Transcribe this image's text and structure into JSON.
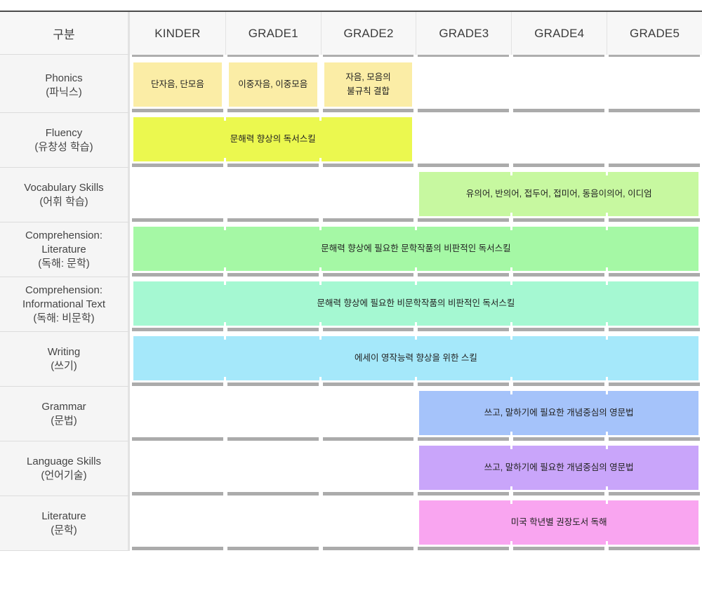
{
  "table": {
    "corner_label": "구분",
    "columns": [
      "KINDER",
      "GRADE1",
      "GRADE2",
      "GRADE3",
      "GRADE4",
      "GRADE5"
    ],
    "rows": [
      {
        "label_en": "Phonics",
        "label_ko": "(파닉스)",
        "color": "#FBEDA6",
        "bars": [
          {
            "col_start": 1,
            "col_end": 1,
            "text": "단자음, 단모음"
          },
          {
            "col_start": 2,
            "col_end": 2,
            "text": "이중자음, 이중모음"
          },
          {
            "col_start": 3,
            "col_end": 3,
            "text": "자음, 모음의\n불규칙 결합"
          }
        ]
      },
      {
        "label_en": "Fluency",
        "label_ko": "(유창성 학습)",
        "color": "#EBF84F",
        "bars": [
          {
            "col_start": 1,
            "col_end": 3,
            "text": "문해력 향상의 독서스킬"
          }
        ]
      },
      {
        "label_en": "Vocabulary Skills",
        "label_ko": "(어휘 학습)",
        "color": "#C7F8A0",
        "bars": [
          {
            "col_start": 4,
            "col_end": 6,
            "text": "유의어, 반의어, 접두어, 접미어, 동음이의어, 이디엄"
          }
        ]
      },
      {
        "label_en": "Comprehension:\nLiterature",
        "label_ko": "(독해: 문학)",
        "color": "#A5F8A5",
        "bars": [
          {
            "col_start": 1,
            "col_end": 6,
            "text": "문해력 향상에 필요한 문학작품의 비판적인 독서스킬"
          }
        ]
      },
      {
        "label_en": "Comprehension:\nInformational Text",
        "label_ko": "(독해: 비문학)",
        "color": "#A5F8D2",
        "bars": [
          {
            "col_start": 1,
            "col_end": 6,
            "text": "문해력 향상에 필요한 비문학작품의 비판적인 독서스킬"
          }
        ]
      },
      {
        "label_en": "Writing",
        "label_ko": "(쓰기)",
        "color": "#A5E8FA",
        "bars": [
          {
            "col_start": 1,
            "col_end": 6,
            "text": "에세이 영작능력 향상을 위한 스킬"
          }
        ]
      },
      {
        "label_en": "Grammar",
        "label_ko": "(문법)",
        "color": "#A5C3FA",
        "bars": [
          {
            "col_start": 4,
            "col_end": 6,
            "text": "쓰고, 말하기에 필요한 개념중심의 영문법"
          }
        ]
      },
      {
        "label_en": "Language Skills",
        "label_ko": "(언어기술)",
        "color": "#C9A5FA",
        "bars": [
          {
            "col_start": 4,
            "col_end": 6,
            "text": "쓰고, 말하기에 필요한 개념중심의 영문법"
          }
        ]
      },
      {
        "label_en": "Literature",
        "label_ko": "(문학)",
        "color": "#F9A5F0",
        "bars": [
          {
            "col_start": 4,
            "col_end": 6,
            "text": "미국 학년별 권장도서 독해"
          }
        ]
      }
    ]
  },
  "style": {
    "separator_color": "#ABABAB",
    "header_separator_color": "#AEAEAE",
    "header_bg": "#F7F7F7",
    "label_bg": "#F5F5F5",
    "top_line_color": "#4B4B4B"
  }
}
